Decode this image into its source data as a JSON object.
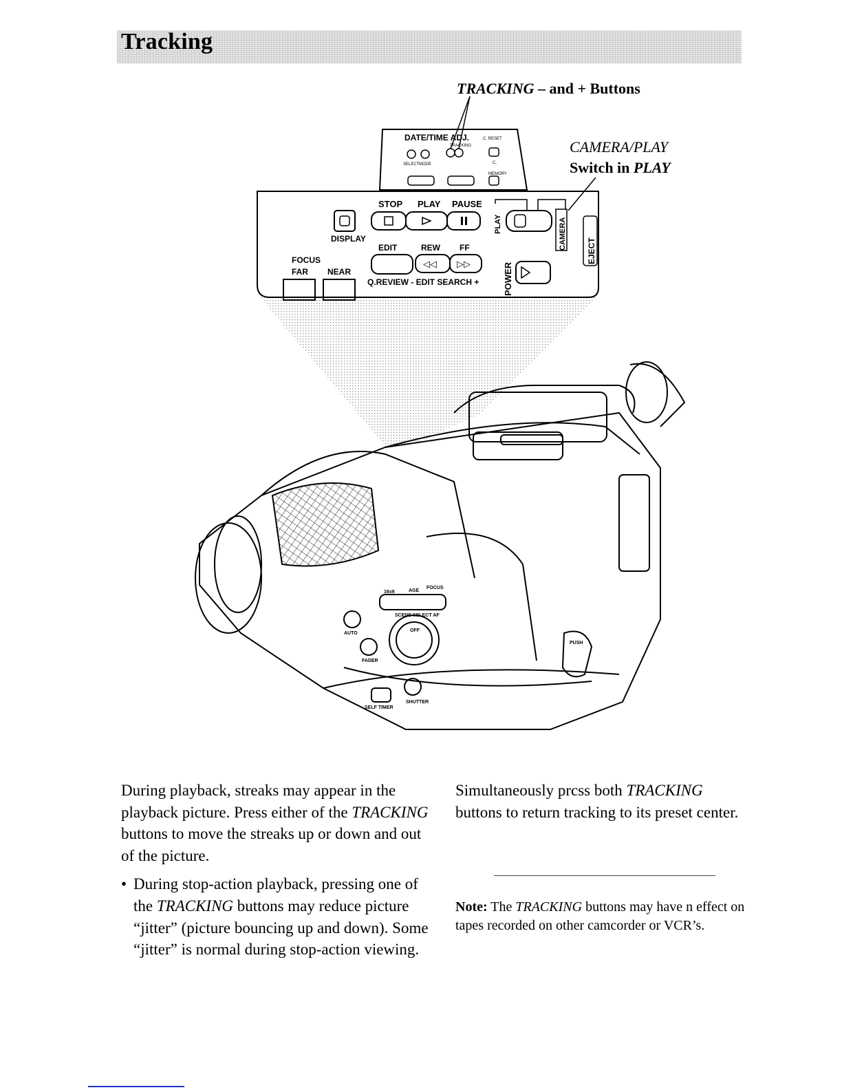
{
  "page": {
    "title": "Tracking"
  },
  "figure": {
    "callout_tracking": {
      "italic": "TRACKING",
      "rest": " – and + Buttons"
    },
    "callout_camera": {
      "line1": "CAMERA/PLAY",
      "line2_plain": "Switch in ",
      "line2_italic": "PLAY"
    },
    "panel_labels": {
      "date_time": "DATE/TIME ADJ.",
      "c_reset": "C. RESET",
      "tracking": "TRACKING",
      "select": "SELECT",
      "mode": "MODE",
      "memory": "MEMORY",
      "c": "C.",
      "stop": "STOP",
      "play": "PLAY",
      "pause": "PAUSE",
      "display": "DISPLAY",
      "edit": "EDIT",
      "rew": "REW",
      "ff": "FF",
      "focus": "FOCUS",
      "far": "FAR",
      "near": "NEAR",
      "qreview": "Q.REVIEW - EDIT SEARCH +",
      "power": "POWER",
      "play_v": "PLAY",
      "camera_v": "CAMERA",
      "eject": "EJECT"
    },
    "body_labels": {
      "auto": "AUTO",
      "fader": "FADER",
      "self_timer": "SELF TIMER",
      "shutter": "SHUTTER",
      "push": "PUSH",
      "scene_select": "SCENE SELECT AF",
      "off": "OFF",
      "b16x9": "16x9",
      "age": "AGE",
      "focus_small": "FOCUS"
    }
  },
  "body": {
    "left_para": [
      "During playback, streaks may appear in the playback picture. Press either of the ",
      "TRACKING",
      " buttons to move the streaks up or down and out of the picture."
    ],
    "bullet": {
      "dot": "•",
      "parts": [
        "During stop-action playback, pressing one of the ",
        "TRACKING",
        " buttons may reduce picture “jitter” (picture bouncing up and down). Some “jitter” is normal during stop-action viewing."
      ]
    },
    "right_para": [
      "Simultaneously prcss both ",
      "TRACKING",
      " buttons to return tracking to its preset center."
    ],
    "note": {
      "label": "Note:",
      "parts": [
        " The ",
        "TRACKING",
        " buttons may have n effect on tapes recorded on other camcorder or VCR’s."
      ]
    }
  }
}
